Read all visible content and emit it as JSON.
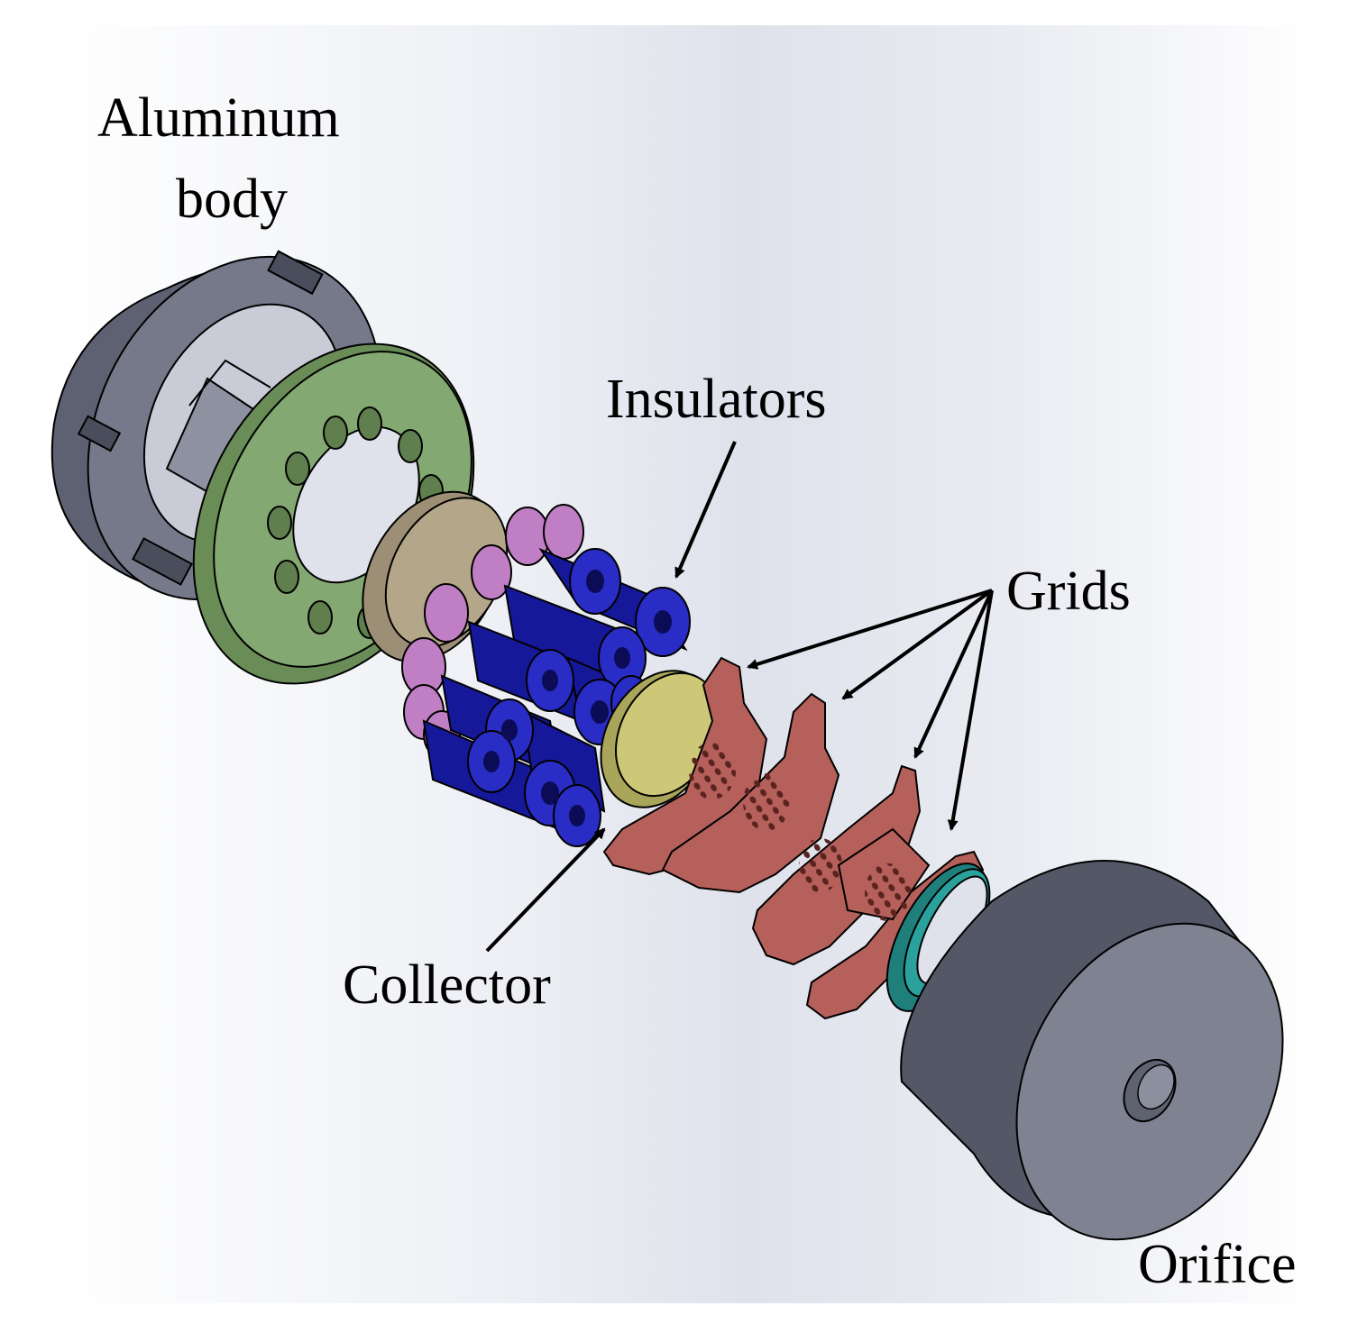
{
  "labels": {
    "aluminum_body_line1": "Aluminum",
    "aluminum_body_line2": "body",
    "insulators": "Insulators",
    "grids": "Grids",
    "collector": "Collector",
    "orifice": "Orifice"
  },
  "colors": {
    "body": "#66697a",
    "body_light": "#8a8d9c",
    "flange": "#7ea06a",
    "spacer": "#a89a80",
    "washer": "#c07fc4",
    "insulator": "#16189a",
    "insulator_end": "#2a2cc6",
    "collector": "#c9c470",
    "grid": "#b5605a",
    "gasket": "#2a9a96",
    "orifice_body": "#5a5d6c",
    "orifice_face": "#7f8291"
  }
}
